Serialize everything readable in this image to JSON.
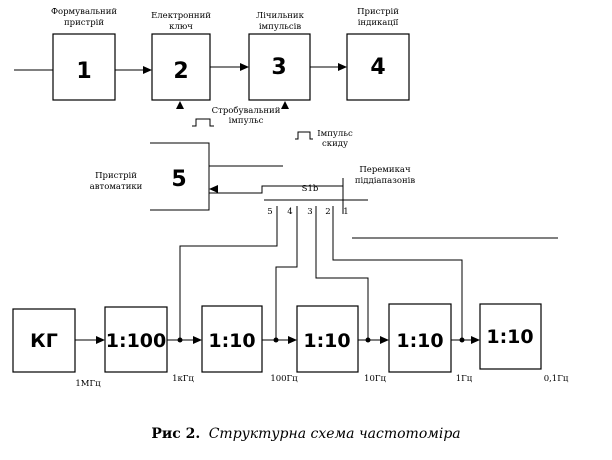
{
  "top_blocks": [
    {
      "number": "1",
      "label": "Формувальний пристрій"
    },
    {
      "number": "2",
      "label": "Електронний ключ"
    },
    {
      "number": "3",
      "label": "Лічильник імпульсів"
    },
    {
      "number": "4",
      "label": "Пристрій індикації"
    }
  ],
  "strobe_label": "Стробувальний імпульс",
  "reset_label": "Імпульс скиду",
  "automation_block": {
    "number": "5",
    "label": "Пристрій автоматики"
  },
  "switch": {
    "label": "Перемикач піддіапазонів",
    "code": "S1b",
    "positions": [
      "5",
      "4",
      "3",
      "2",
      "1"
    ]
  },
  "chain_blocks": [
    "КГ",
    "1:100",
    "1:10",
    "1:10",
    "1:10",
    "1:10"
  ],
  "frequencies": [
    "1МГц",
    "1кГц",
    "100Гц",
    "10Гц",
    "1Гц",
    "0,1Гц"
  ],
  "caption": {
    "number": "Рис 2.",
    "text": "Структурна схема частотоміра"
  }
}
